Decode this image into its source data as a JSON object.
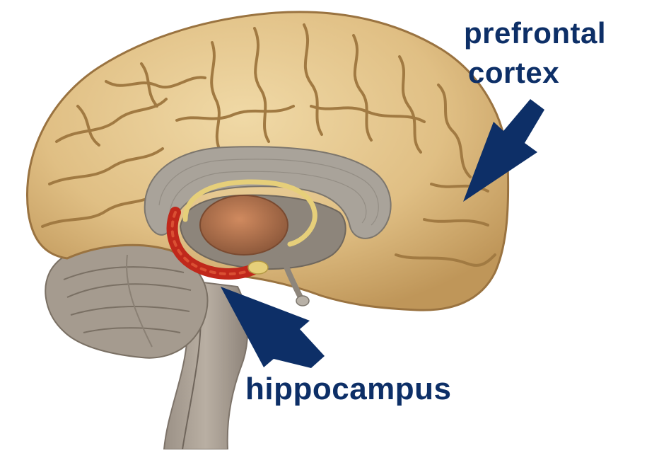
{
  "labels": {
    "prefrontal_cortex_line1": "prefrontal",
    "prefrontal_cortex_line2": "cortex",
    "hippocampus": "hippocampus"
  },
  "colors": {
    "background": "#ffffff",
    "label_text": "#0d2f67",
    "arrow": "#0d2f67",
    "cortex": "#e3c48b",
    "cortex_shadow": "#a3793e",
    "corpus_callosum": "#a9a39a",
    "thalamus": "#b5714b",
    "hippocampus": "#c0281b",
    "fornix": "#e6cf7a",
    "cerebellum": "#a59b8f",
    "brainstem": "#a89d91"
  },
  "icons": {
    "brain": "brain-sagittal-illustration",
    "arrow_prefrontal": "arrow-down-left-icon",
    "arrow_hippocampus": "arrow-up-left-icon"
  }
}
